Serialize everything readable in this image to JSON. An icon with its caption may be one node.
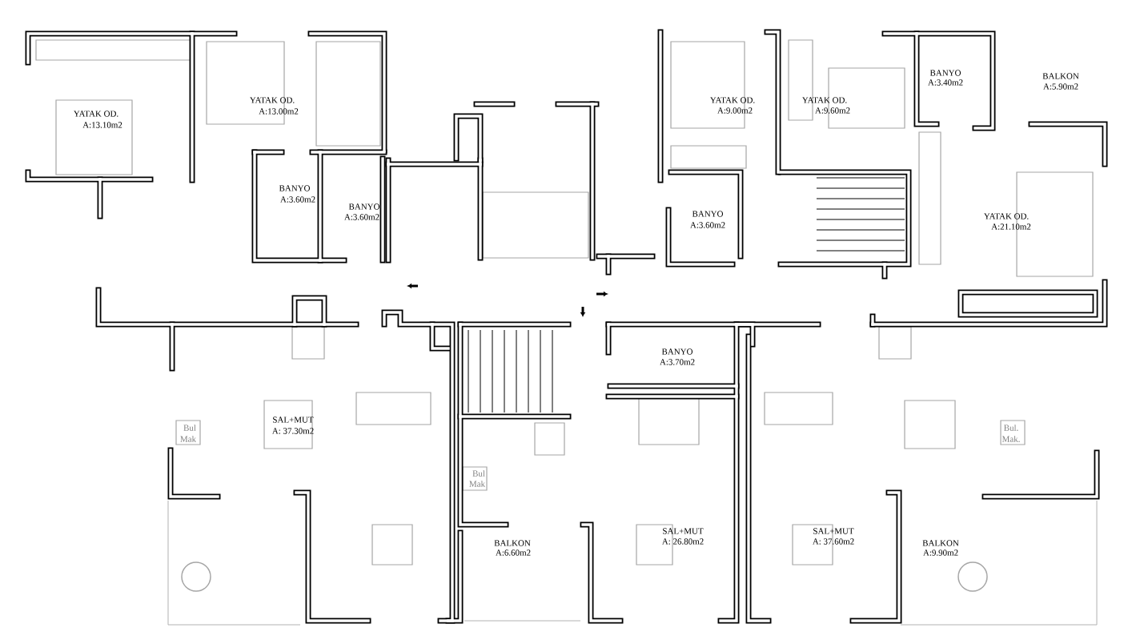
{
  "diagram": {
    "labels": [
      "BANYO",
      "A:3.40m2",
      "BALKON",
      "A:5.90m2",
      "YATAK OD.",
      "A:13.00m2",
      "YATAK OD.",
      "A:9.00m2",
      "YATAK OD.",
      "A:9.60m2",
      "YATAK OD.",
      "A:13.10m2",
      "BANYO",
      "A:3.60m2",
      "BANYO",
      "A:3.60m2",
      "BANYO",
      "A:3.60m2",
      "YATAK OD.",
      "A:21.10m2",
      "BANYO",
      "A:3.70m2",
      "SAL+MUT",
      "A: 37.30m2",
      "Bul",
      "Mak",
      "Bul.",
      "Mak.",
      "Bul",
      "Mak",
      "SAL+MUT",
      "A: 26.80m2",
      "SAL+MUT",
      "A: 37.60m2",
      "BALKON",
      "A:6.60m2",
      "BALKON",
      "A:9.90m2"
    ]
  }
}
